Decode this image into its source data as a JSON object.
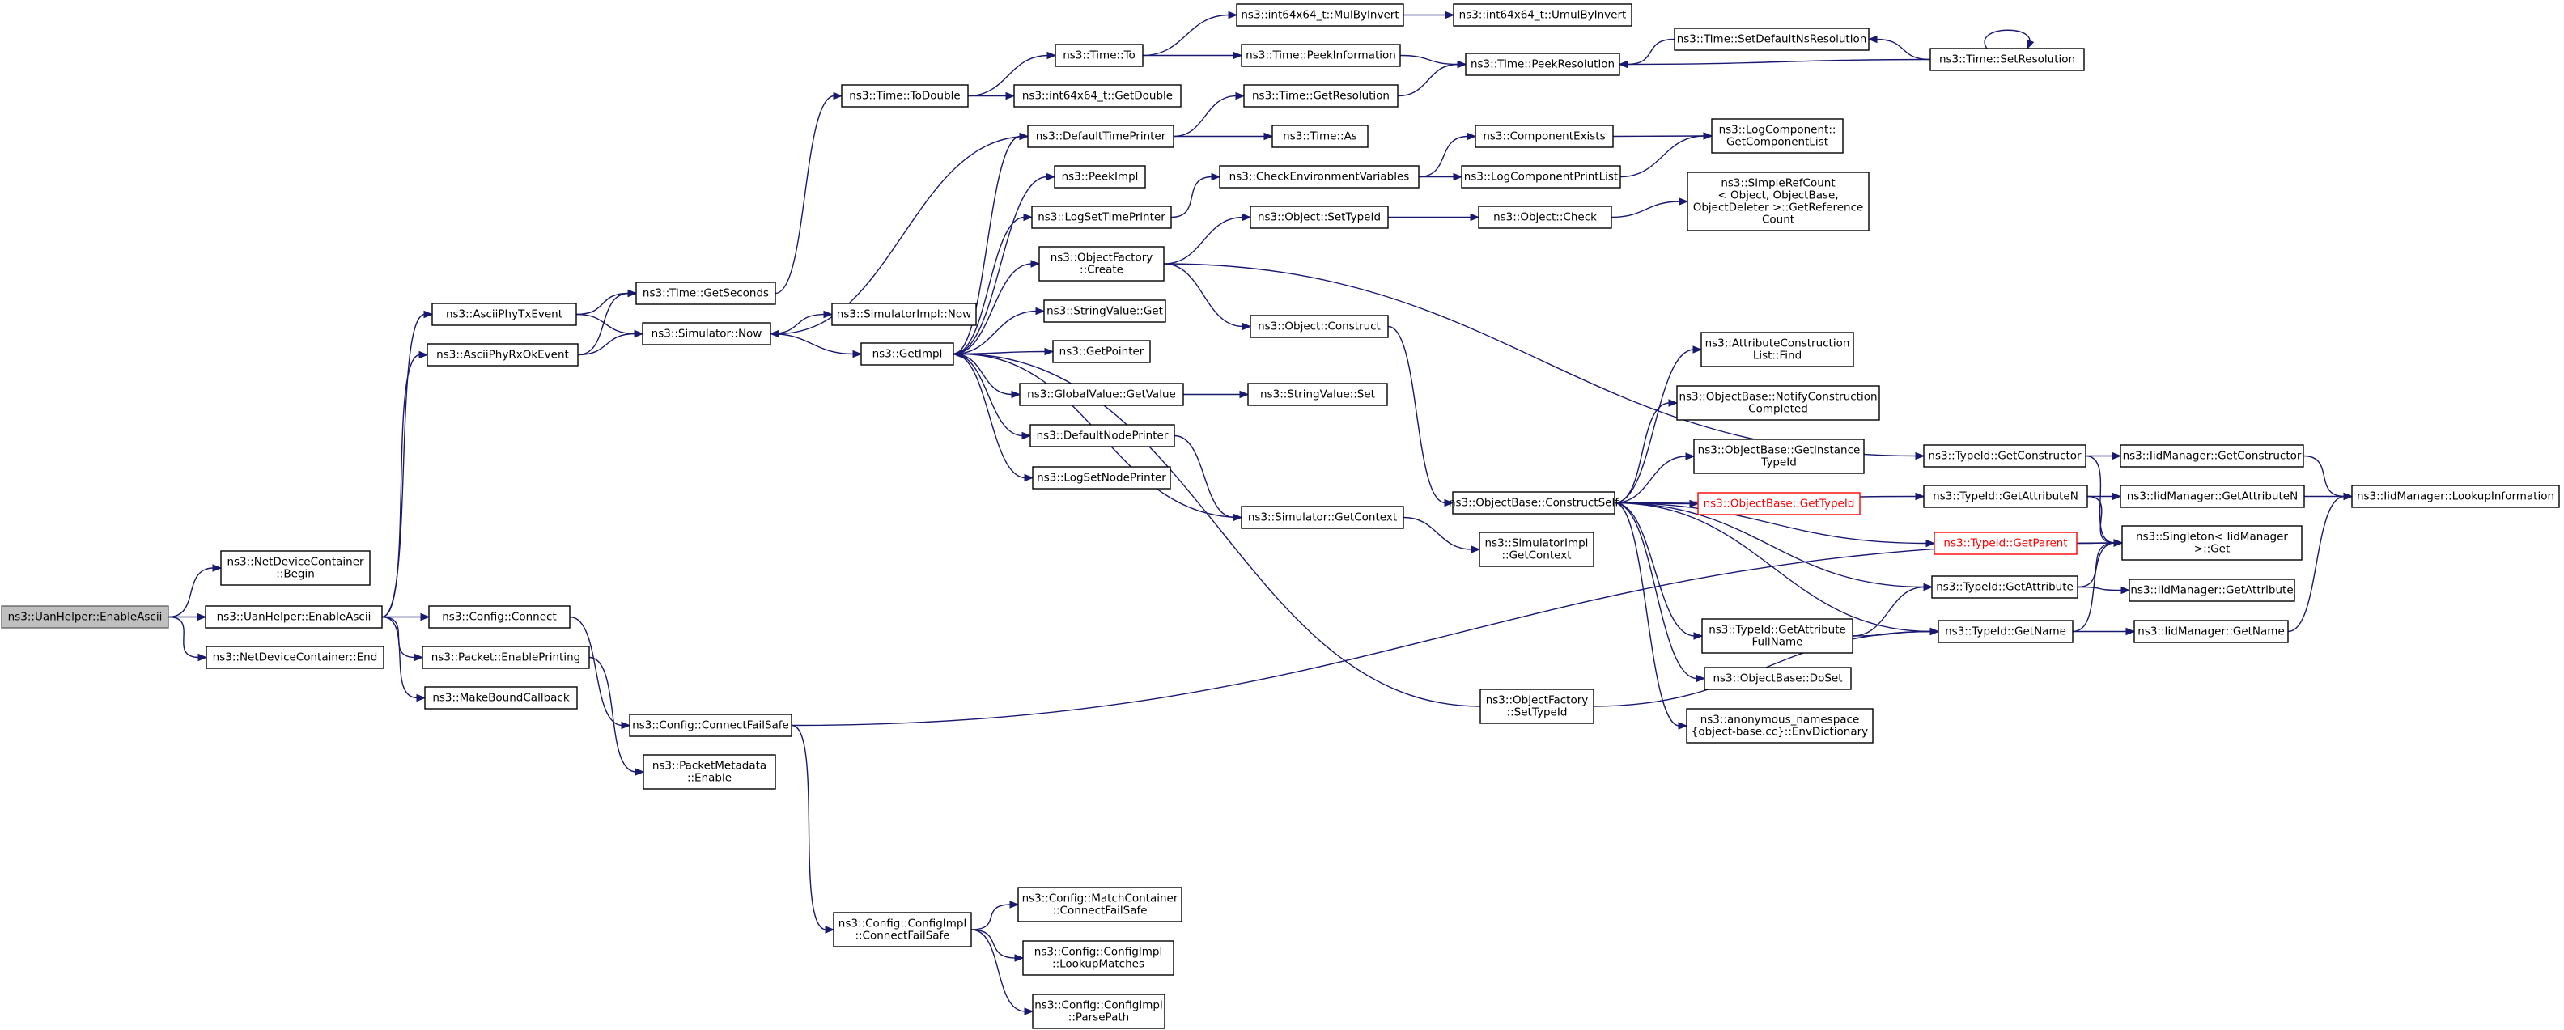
{
  "colors": {
    "edge": "#191970",
    "root_fill": "#bfbfbf",
    "missing_border": "#ff0000"
  },
  "nodes": [
    {
      "id": "n1",
      "lines": [
        "ns3::UanHelper::EnableAscii"
      ],
      "style": "root"
    },
    {
      "id": "n2",
      "lines": [
        "ns3::NetDeviceContainer",
        "::Begin"
      ]
    },
    {
      "id": "n3",
      "lines": [
        "ns3::UanHelper::EnableAscii"
      ]
    },
    {
      "id": "n4",
      "lines": [
        "ns3::NetDeviceContainer::End"
      ]
    },
    {
      "id": "n5",
      "lines": [
        "ns3::AsciiPhyTxEvent"
      ]
    },
    {
      "id": "n6",
      "lines": [
        "ns3::AsciiPhyRxOkEvent"
      ]
    },
    {
      "id": "n7",
      "lines": [
        "ns3::Config::Connect"
      ]
    },
    {
      "id": "n8",
      "lines": [
        "ns3::Packet::EnablePrinting"
      ]
    },
    {
      "id": "n9",
      "lines": [
        "ns3::MakeBoundCallback"
      ]
    },
    {
      "id": "n10",
      "lines": [
        "ns3::Time::GetSeconds"
      ]
    },
    {
      "id": "n11",
      "lines": [
        "ns3::Simulator::Now"
      ]
    },
    {
      "id": "n12",
      "lines": [
        "ns3::Config::ConnectFailSafe"
      ]
    },
    {
      "id": "n13",
      "lines": [
        "ns3::PacketMetadata",
        "::Enable"
      ]
    },
    {
      "id": "n14",
      "lines": [
        "ns3::Time::ToDouble"
      ]
    },
    {
      "id": "n15",
      "lines": [
        "ns3::SimulatorImpl::Now"
      ]
    },
    {
      "id": "n16",
      "lines": [
        "ns3::GetImpl"
      ]
    },
    {
      "id": "n17",
      "lines": [
        "ns3::Config::ConfigImpl",
        "::ConnectFailSafe"
      ]
    },
    {
      "id": "n18",
      "lines": [
        "ns3::Time::To"
      ]
    },
    {
      "id": "n19",
      "lines": [
        "ns3::int64x64_t::GetDouble"
      ]
    },
    {
      "id": "n20",
      "lines": [
        "ns3::DefaultTimePrinter"
      ]
    },
    {
      "id": "n21",
      "lines": [
        "ns3::PeekImpl"
      ]
    },
    {
      "id": "n22",
      "lines": [
        "ns3::LogSetTimePrinter"
      ]
    },
    {
      "id": "n23",
      "lines": [
        "ns3::ObjectFactory",
        "::Create"
      ]
    },
    {
      "id": "n24",
      "lines": [
        "ns3::StringValue::Get"
      ]
    },
    {
      "id": "n25",
      "lines": [
        "ns3::GetPointer"
      ]
    },
    {
      "id": "n26",
      "lines": [
        "ns3::GlobalValue::GetValue"
      ]
    },
    {
      "id": "n27",
      "lines": [
        "ns3::DefaultNodePrinter"
      ]
    },
    {
      "id": "n28",
      "lines": [
        "ns3::LogSetNodePrinter"
      ]
    },
    {
      "id": "n29",
      "lines": [
        "ns3::Config::MatchContainer",
        "::ConnectFailSafe"
      ]
    },
    {
      "id": "n30",
      "lines": [
        "ns3::Config::ConfigImpl",
        "::LookupMatches"
      ]
    },
    {
      "id": "n31",
      "lines": [
        "ns3::Config::ConfigImpl",
        "::ParsePath"
      ]
    },
    {
      "id": "n32",
      "lines": [
        "ns3::int64x64_t::MulByInvert"
      ]
    },
    {
      "id": "n33",
      "lines": [
        "ns3::Time::PeekInformation"
      ]
    },
    {
      "id": "n34",
      "lines": [
        "ns3::Time::GetResolution"
      ]
    },
    {
      "id": "n35",
      "lines": [
        "ns3::Time::As"
      ]
    },
    {
      "id": "n36",
      "lines": [
        "ns3::CheckEnvironmentVariables"
      ]
    },
    {
      "id": "n37",
      "lines": [
        "ns3::Object::SetTypeId"
      ]
    },
    {
      "id": "n38",
      "lines": [
        "ns3::Object::Construct"
      ]
    },
    {
      "id": "n39",
      "lines": [
        "ns3::StringValue::Set"
      ]
    },
    {
      "id": "n40",
      "lines": [
        "ns3::Simulator::GetContext"
      ]
    },
    {
      "id": "n41",
      "lines": [
        "ns3::ObjectBase::ConstructSelf"
      ]
    },
    {
      "id": "n42",
      "lines": [
        "ns3::SimulatorImpl",
        "::GetContext"
      ]
    },
    {
      "id": "n43",
      "lines": [
        "ns3::ObjectFactory",
        "::SetTypeId"
      ]
    },
    {
      "id": "n44",
      "lines": [
        "ns3::int64x64_t::UmulByInvert"
      ]
    },
    {
      "id": "n45",
      "lines": [
        "ns3::Time::PeekResolution"
      ]
    },
    {
      "id": "n46",
      "lines": [
        "ns3::ComponentExists"
      ]
    },
    {
      "id": "n47",
      "lines": [
        "ns3::LogComponentPrintList"
      ]
    },
    {
      "id": "n48",
      "lines": [
        "ns3::Object::Check"
      ]
    },
    {
      "id": "n49",
      "lines": [
        "ns3::Time::SetDefaultNsResolution"
      ]
    },
    {
      "id": "n50",
      "lines": [
        "ns3::LogComponent::",
        "GetComponentList"
      ]
    },
    {
      "id": "n51",
      "lines": [
        "ns3::SimpleRefCount",
        "< Object, ObjectBase,",
        "ObjectDeleter >::GetReference",
        "Count"
      ]
    },
    {
      "id": "n52",
      "lines": [
        "ns3::AttributeConstruction",
        "List::Find"
      ]
    },
    {
      "id": "n53",
      "lines": [
        "ns3::ObjectBase::NotifyConstruction",
        "Completed"
      ]
    },
    {
      "id": "n54",
      "lines": [
        "ns3::ObjectBase::GetInstance",
        "TypeId"
      ]
    },
    {
      "id": "n55",
      "lines": [
        "ns3::ObjectBase::GetTypeId"
      ],
      "style": "red"
    },
    {
      "id": "n56",
      "lines": [
        "ns3::TypeId::GetAttribute",
        "FullName"
      ]
    },
    {
      "id": "n57",
      "lines": [
        "ns3::ObjectBase::DoSet"
      ]
    },
    {
      "id": "n58",
      "lines": [
        "ns3::anonymous_namespace",
        "{object-base.cc}::EnvDictionary"
      ]
    },
    {
      "id": "n59",
      "lines": [
        "ns3::Time::SetResolution"
      ]
    },
    {
      "id": "n60",
      "lines": [
        "ns3::TypeId::GetConstructor"
      ]
    },
    {
      "id": "n61",
      "lines": [
        "ns3::TypeId::GetAttributeN"
      ]
    },
    {
      "id": "n62",
      "lines": [
        "ns3::TypeId::GetParent"
      ],
      "style": "red"
    },
    {
      "id": "n63",
      "lines": [
        "ns3::TypeId::GetAttribute"
      ]
    },
    {
      "id": "n64",
      "lines": [
        "ns3::TypeId::GetName"
      ]
    },
    {
      "id": "n65",
      "lines": [
        "ns3::IidManager::GetConstructor"
      ]
    },
    {
      "id": "n66",
      "lines": [
        "ns3::IidManager::GetAttributeN"
      ]
    },
    {
      "id": "n67",
      "lines": [
        "ns3::Singleton< IidManager",
        ">::Get"
      ]
    },
    {
      "id": "n68",
      "lines": [
        "ns3::IidManager::GetAttribute"
      ]
    },
    {
      "id": "n69",
      "lines": [
        "ns3::IidManager::GetName"
      ]
    },
    {
      "id": "n70",
      "lines": [
        "ns3::IidManager::LookupInformation"
      ]
    }
  ],
  "edges": [
    [
      "n1",
      "n2"
    ],
    [
      "n1",
      "n3"
    ],
    [
      "n1",
      "n4"
    ],
    [
      "n3",
      "n5"
    ],
    [
      "n3",
      "n6"
    ],
    [
      "n3",
      "n7"
    ],
    [
      "n3",
      "n8"
    ],
    [
      "n3",
      "n9"
    ],
    [
      "n5",
      "n10"
    ],
    [
      "n5",
      "n11"
    ],
    [
      "n6",
      "n10"
    ],
    [
      "n6",
      "n11"
    ],
    [
      "n7",
      "n12"
    ],
    [
      "n8",
      "n13"
    ],
    [
      "n10",
      "n14"
    ],
    [
      "n11",
      "n15"
    ],
    [
      "n11",
      "n16"
    ],
    [
      "n12",
      "n17"
    ],
    [
      "n12",
      "n67"
    ],
    [
      "n14",
      "n18"
    ],
    [
      "n14",
      "n19"
    ],
    [
      "n16",
      "n20"
    ],
    [
      "n16",
      "n21"
    ],
    [
      "n16",
      "n22"
    ],
    [
      "n16",
      "n23"
    ],
    [
      "n16",
      "n24"
    ],
    [
      "n16",
      "n25"
    ],
    [
      "n16",
      "n26"
    ],
    [
      "n16",
      "n27"
    ],
    [
      "n16",
      "n28"
    ],
    [
      "n17",
      "n29"
    ],
    [
      "n17",
      "n30"
    ],
    [
      "n17",
      "n31"
    ],
    [
      "n18",
      "n32"
    ],
    [
      "n18",
      "n33"
    ],
    [
      "n20",
      "n11"
    ],
    [
      "n20",
      "n34"
    ],
    [
      "n20",
      "n35"
    ],
    [
      "n22",
      "n36"
    ],
    [
      "n23",
      "n37"
    ],
    [
      "n23",
      "n38"
    ],
    [
      "n23",
      "n60"
    ],
    [
      "n26",
      "n39"
    ],
    [
      "n27",
      "n40"
    ],
    [
      "n32",
      "n44"
    ],
    [
      "n33",
      "n45"
    ],
    [
      "n34",
      "n45"
    ],
    [
      "n36",
      "n46"
    ],
    [
      "n36",
      "n47"
    ],
    [
      "n37",
      "n48"
    ],
    [
      "n38",
      "n41"
    ],
    [
      "n40",
      "n16"
    ],
    [
      "n40",
      "n42"
    ],
    [
      "n41",
      "n52"
    ],
    [
      "n41",
      "n53"
    ],
    [
      "n41",
      "n54"
    ],
    [
      "n41",
      "n55"
    ],
    [
      "n41",
      "n56"
    ],
    [
      "n41",
      "n57"
    ],
    [
      "n41",
      "n58"
    ],
    [
      "n41",
      "n61"
    ],
    [
      "n41",
      "n62"
    ],
    [
      "n41",
      "n63"
    ],
    [
      "n41",
      "n64"
    ],
    [
      "n43",
      "n16"
    ],
    [
      "n43",
      "n64"
    ],
    [
      "n46",
      "n50"
    ],
    [
      "n47",
      "n50"
    ],
    [
      "n48",
      "n51"
    ],
    [
      "n49",
      "n45"
    ],
    [
      "n59",
      "n49"
    ],
    [
      "n59",
      "n59"
    ],
    [
      "n59",
      "n45"
    ],
    [
      "n56",
      "n63"
    ],
    [
      "n56",
      "n64"
    ],
    [
      "n60",
      "n65"
    ],
    [
      "n60",
      "n67"
    ],
    [
      "n61",
      "n66"
    ],
    [
      "n61",
      "n67"
    ],
    [
      "n62",
      "n67"
    ],
    [
      "n63",
      "n67"
    ],
    [
      "n63",
      "n68"
    ],
    [
      "n64",
      "n67"
    ],
    [
      "n64",
      "n69"
    ],
    [
      "n65",
      "n70"
    ],
    [
      "n66",
      "n70"
    ],
    [
      "n69",
      "n70"
    ]
  ]
}
